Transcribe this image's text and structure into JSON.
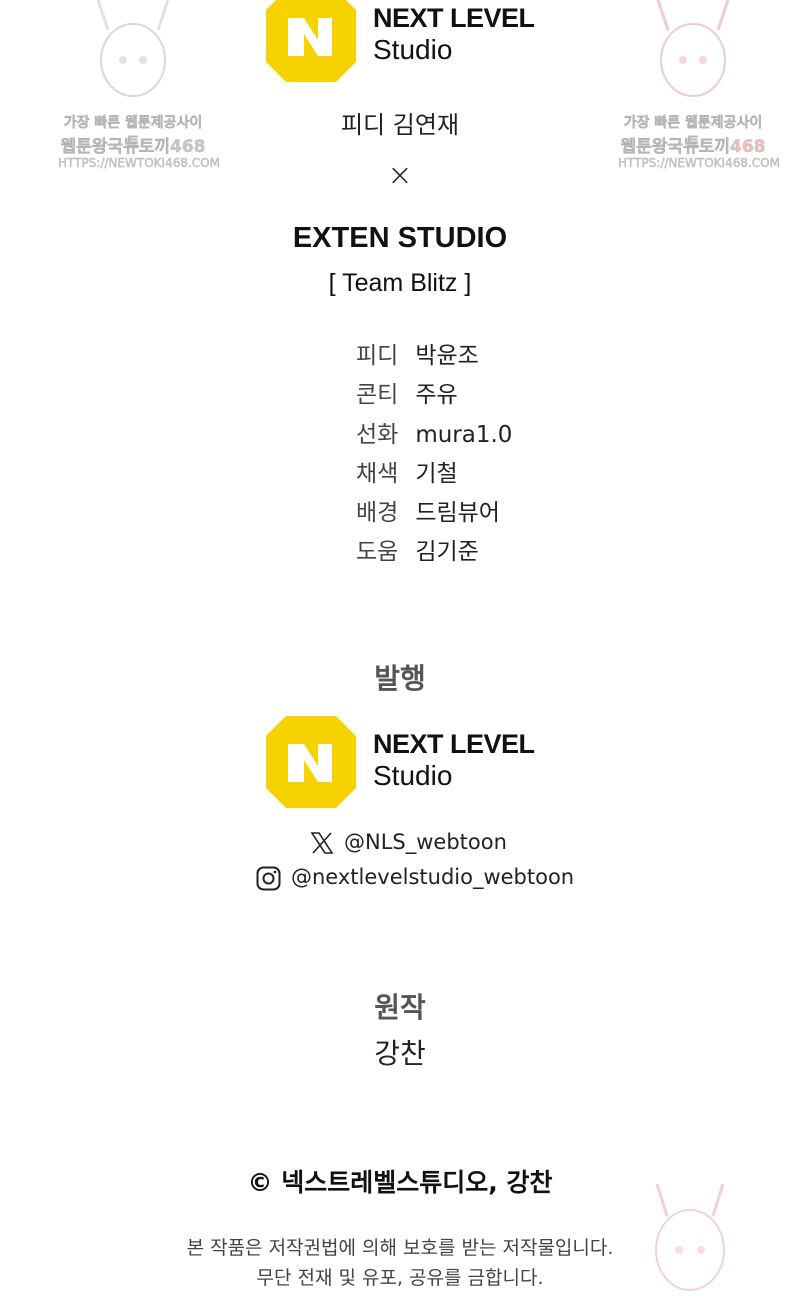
{
  "logo": {
    "line1": "NEXT LEVEL",
    "line2": "Studio",
    "color": "#F6D300"
  },
  "watermark": {
    "line1": "가장 빠른 웹툰제공사이트",
    "line2_prefix": "웹툰왕국뉴토끼",
    "line2_number": "468",
    "line3": "HTTPS://NEWTOKI468.COM"
  },
  "top_pd": {
    "role": "피디",
    "name": "김연재"
  },
  "cross": "×",
  "studio": {
    "name": "EXTEN STUDIO",
    "team": "[ Team Blitz ]"
  },
  "credits": [
    {
      "role": "피디",
      "name": "박윤조"
    },
    {
      "role": "콘티",
      "name": "주유"
    },
    {
      "role": "선화",
      "name": "mura1.0"
    },
    {
      "role": "채색",
      "name": "기철"
    },
    {
      "role": "배경",
      "name": "드림뷰어"
    },
    {
      "role": "도움",
      "name": "김기준"
    }
  ],
  "publisher": {
    "heading": "발행"
  },
  "social": {
    "x_handle": "@NLS_webtoon",
    "instagram_handle": "@nextlevelstudio_webtoon"
  },
  "original": {
    "heading": "원작",
    "author": "강찬"
  },
  "copyright": "© 넥스트레벨스튜디오, 강찬",
  "notice": {
    "line1": "본 작품은 저작권법에 의해 보호를 받는 저작물입니다.",
    "line2": "무단 전재 및 유포, 공유를 금합니다."
  },
  "icons": [
    "x-logo-icon",
    "instagram-icon",
    "next-level-logo-icon",
    "watermark-character-icon"
  ]
}
